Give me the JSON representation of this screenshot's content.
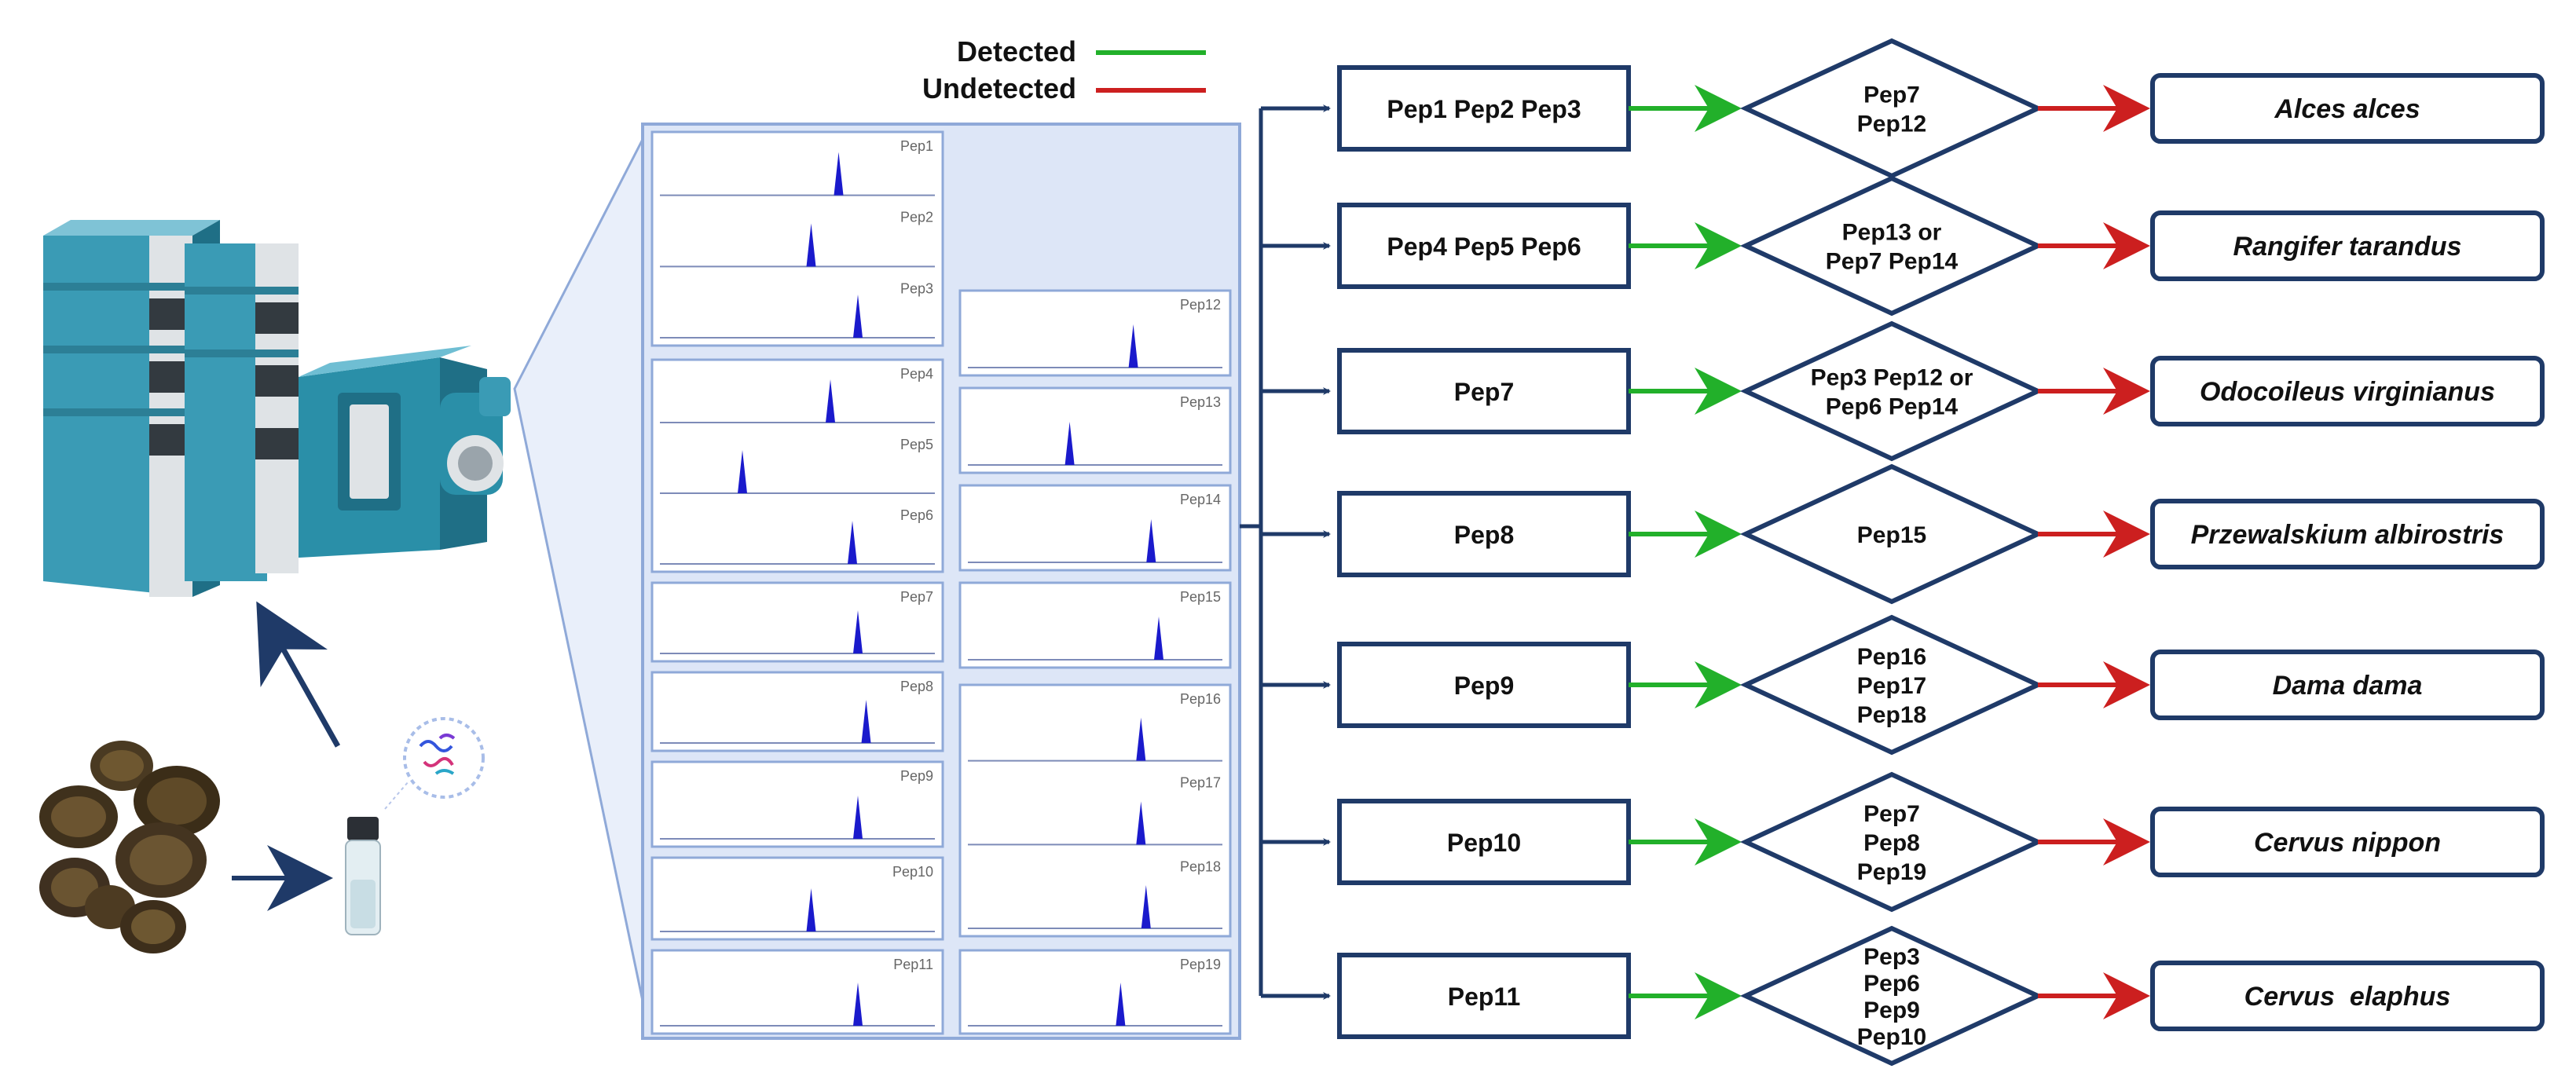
{
  "legend": {
    "detected_label": "Detected",
    "undetected_label": "Undetected",
    "detected_color": "#22b02a",
    "undetected_color": "#cc1f1f"
  },
  "colors": {
    "navy": "#1f3a68",
    "panel_border": "#8fa9d8",
    "zoom_fill": "#dde6f7",
    "peak": "#1a1acc",
    "teal": "#2a8fa8"
  },
  "chromatogram_labels": {
    "left": [
      "Pep1",
      "Pep2",
      "Pep3",
      "Pep4",
      "Pep5",
      "Pep6",
      "Pep7",
      "Pep8",
      "Pep9",
      "Pep10",
      "Pep11"
    ],
    "right": [
      "Pep12",
      "Pep13",
      "Pep14",
      "Pep15",
      "Pep16",
      "Pep17",
      "Pep18",
      "Pep19"
    ]
  },
  "flow": [
    {
      "markers": [
        "Pep1 Pep2 Pep3"
      ],
      "exclusion": [
        "Pep7",
        "Pep12"
      ],
      "species": "Alces alces"
    },
    {
      "markers": [
        "Pep4 Pep5 Pep6"
      ],
      "exclusion": [
        "Pep13 or",
        "Pep7 Pep14"
      ],
      "species": "Rangifer tarandus"
    },
    {
      "markers": [
        "Pep7"
      ],
      "exclusion": [
        "Pep3 Pep12 or",
        "Pep6 Pep14"
      ],
      "species": "Odocoileus virginianus"
    },
    {
      "markers": [
        "Pep8"
      ],
      "exclusion": [
        "Pep15"
      ],
      "species": "Przewalskium albirostris"
    },
    {
      "markers": [
        "Pep9"
      ],
      "exclusion": [
        "Pep16",
        "Pep17",
        "Pep18"
      ],
      "species": "Dama dama"
    },
    {
      "markers": [
        "Pep10"
      ],
      "exclusion": [
        "Pep7",
        "Pep8",
        "Pep19"
      ],
      "species": "Cervus nippon"
    },
    {
      "markers": [
        "Pep11"
      ],
      "exclusion": [
        "Pep3",
        "Pep6",
        "Pep9",
        "Pep10"
      ],
      "species": "Cervus  elaphus"
    }
  ],
  "icons": {
    "instrument": "lc-ms-instrument-icon",
    "sample": "antler-slices-icon",
    "vial": "sample-vial-icon",
    "peptides": "peptide-bubble-icon"
  }
}
